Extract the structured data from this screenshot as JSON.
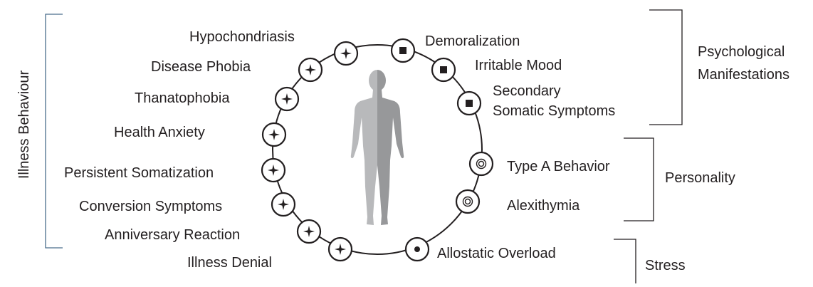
{
  "groups": {
    "illness_behaviour": "Illness Behaviour",
    "psychological_line1": "Psychological",
    "psychological_line2": "Manifestations",
    "personality": "Personality",
    "stress": "Stress"
  },
  "nodes": [
    {
      "id": "hypochondriasis",
      "label": "Hypochondriasis",
      "symbol": "four-point-star"
    },
    {
      "id": "disease-phobia",
      "label": "Disease Phobia",
      "symbol": "four-point-star"
    },
    {
      "id": "thanatophobia",
      "label": "Thanatophobia",
      "symbol": "four-point-star"
    },
    {
      "id": "health-anxiety",
      "label": "Health Anxiety",
      "symbol": "four-point-star"
    },
    {
      "id": "persistent-somatization",
      "label": "Persistent Somatization",
      "symbol": "four-point-star"
    },
    {
      "id": "conversion-symptoms",
      "label": "Conversion Symptoms",
      "symbol": "four-point-star"
    },
    {
      "id": "anniversary-reaction",
      "label": "Anniversary Reaction",
      "symbol": "four-point-star"
    },
    {
      "id": "illness-denial",
      "label": "Illness Denial",
      "symbol": "four-point-star"
    },
    {
      "id": "allostatic-overload",
      "label": "Allostatic Overload",
      "symbol": "dot"
    },
    {
      "id": "alexithymia",
      "label": "Alexithymia",
      "symbol": "concentric-circles"
    },
    {
      "id": "type-a-behavior",
      "label": "Type A Behavior",
      "symbol": "concentric-circles"
    },
    {
      "id": "secondary-somatic-symptoms",
      "label_line1": "Secondary",
      "label_line2": "Somatic Symptoms",
      "symbol": "square"
    },
    {
      "id": "irritable-mood",
      "label": "Irritable Mood",
      "symbol": "square"
    },
    {
      "id": "demoralization",
      "label": "Demoralization",
      "symbol": "square"
    }
  ],
  "colors": {
    "line": "#231f20",
    "illness_bracket": "#4a6d8c",
    "figure_light": "#b8b9bb",
    "figure_dark": "#97989a"
  },
  "icons": [
    "human-figure-icon",
    "four-point-star-icon",
    "square-icon",
    "concentric-circles-icon",
    "dot-icon"
  ]
}
